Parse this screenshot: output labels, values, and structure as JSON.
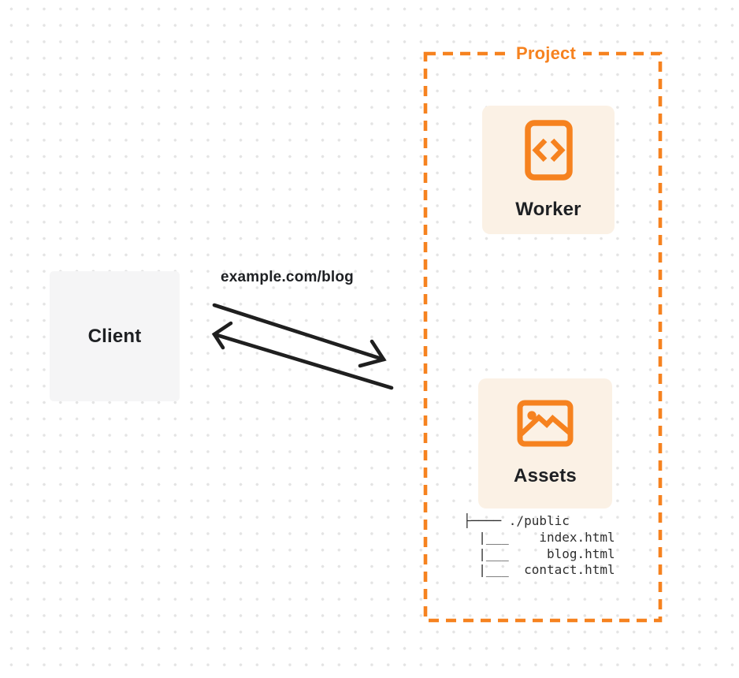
{
  "colors": {
    "accent": "#F6821F",
    "arrow": "#1F1F1F",
    "text": "#1E2023",
    "tree_text": "#2E2E2E",
    "card_bg": "#FBF1E5",
    "client_bg": "#F5F5F6",
    "dot": "#E4E4E4"
  },
  "client": {
    "label": "Client"
  },
  "request": {
    "label": "example.com/blog"
  },
  "project": {
    "label": "Project",
    "cards": [
      {
        "id": "worker",
        "label": "Worker",
        "icon": "code-document-icon"
      },
      {
        "id": "assets",
        "label": "Assets",
        "icon": "image-icon"
      }
    ],
    "file_tree": {
      "lines": [
        "├──── ./public",
        "  |___    index.html",
        "  |___     blog.html",
        "  |___  contact.html"
      ]
    }
  }
}
